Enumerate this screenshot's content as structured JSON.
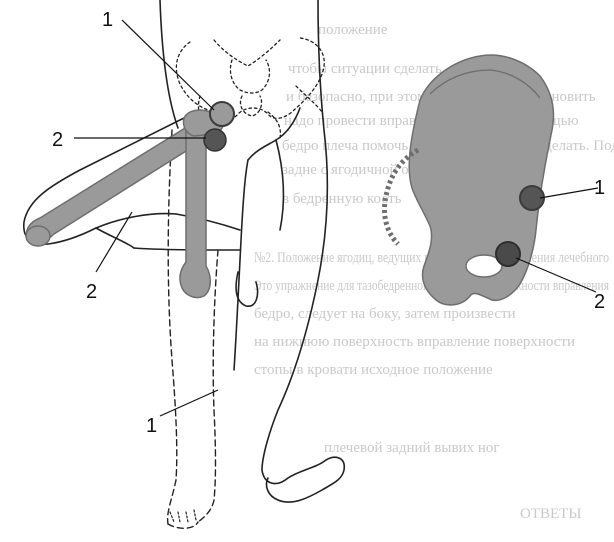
{
  "callouts": {
    "leg_upper_1": "1",
    "leg_upper_2": "2",
    "leg_lower_2": "2",
    "leg_lower_1": "1",
    "pelvis_1": "1",
    "pelvis_2": "2"
  },
  "background_text": {
    "line1": "положение",
    "line2": "чтобы ситуации сделать",
    "line3": "и безопасно, при этом необходимо восстановить",
    "line4": "надо провести вправление, можно с помощью",
    "line5": "бедро плеча помочь бедра. Необходимо сделать. Под",
    "line6": "задне с ягодичной области",
    "line7": "в бедренную кость",
    "line8": "№2. Положение ягодиц, ведущих в области восстановления лечебного",
    "line9": "Это упражнение для тазобедренного сустава и подвижности вправления",
    "line10": "бедро, следует на боку, затем произвести",
    "line11": "на нижнюю поверхность вправление поверхности",
    "line12": "стопы в кровати исходное положение",
    "line13": "плечевой задний вывих ног",
    "line14": "ОТВЕТЫ"
  },
  "colors": {
    "bone_fill": "#9a9a9a",
    "bone_outline": "#6e6e6e",
    "femoral_head": "#555555",
    "acetabulum_ring": "#3b3b3b",
    "line": "#222222",
    "faint_text": "#c9c9c9"
  }
}
